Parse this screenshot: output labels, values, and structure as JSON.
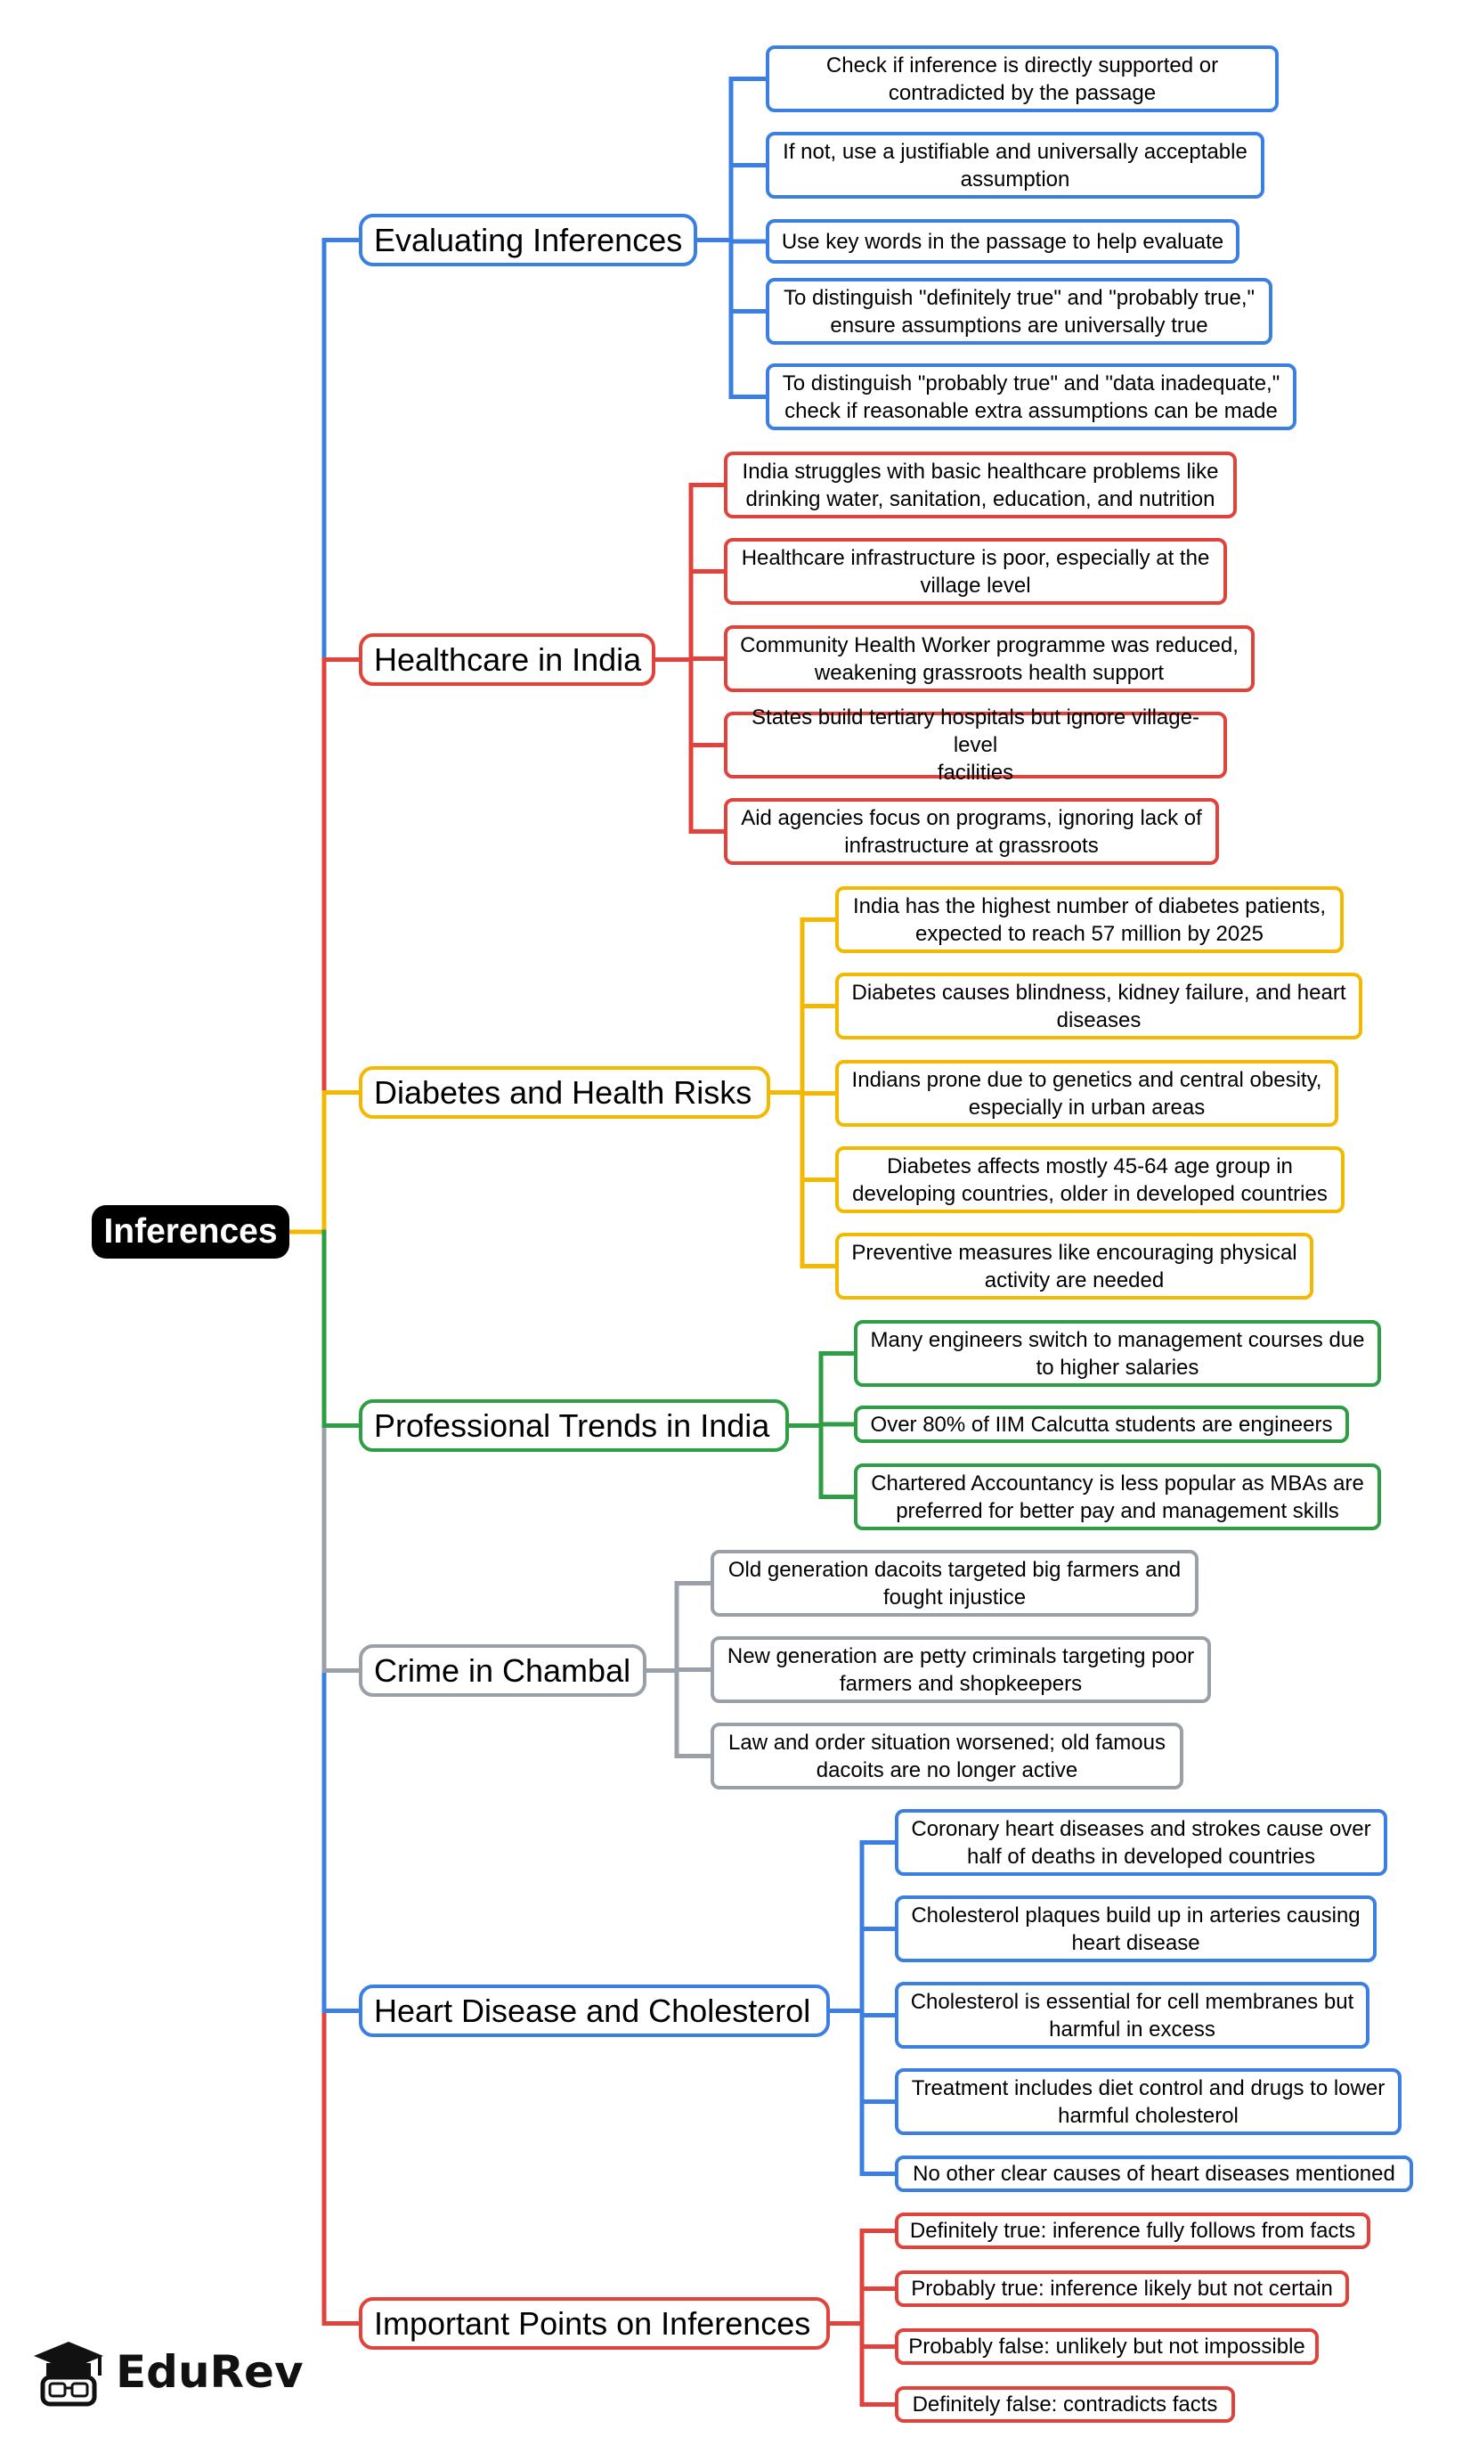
{
  "root": {
    "label": "Inferences"
  },
  "branches": [
    {
      "label": "Evaluating Inferences",
      "color": "#3b7fe3",
      "items": [
        "Check if inference is directly supported or\ncontradicted by the passage",
        "If not, use a justifiable and universally acceptable\nassumption",
        "Use key words in the passage to help evaluate",
        "To distinguish \"definitely true\" and \"probably true,\"\nensure assumptions are universally true",
        "To distinguish \"probably true\" and \"data inadequate,\"\ncheck if reasonable extra assumptions can be made"
      ]
    },
    {
      "label": "Healthcare in India",
      "color": "#e0433b",
      "items": [
        "India struggles with basic healthcare problems like\ndrinking water, sanitation, education, and nutrition",
        "Healthcare infrastructure is poor, especially at the\nvillage level",
        "Community Health Worker programme was reduced,\nweakening grassroots health support",
        "States build tertiary hospitals but ignore village-level\nfacilities",
        "Aid agencies focus on programs, ignoring lack of\ninfrastructure at grassroots"
      ]
    },
    {
      "label": "Diabetes and Health Risks",
      "color": "#f5b800",
      "items": [
        "India has the highest number of diabetes patients,\nexpected to reach 57 million by 2025",
        "Diabetes causes blindness, kidney failure, and heart\ndiseases",
        "Indians prone due to genetics and central obesity,\nespecially in urban areas",
        "Diabetes affects mostly 45-64 age group in\ndeveloping countries, older in developed countries",
        "Preventive measures like encouraging physical\nactivity are needed"
      ]
    },
    {
      "label": "Professional Trends in India",
      "color": "#2e9e44",
      "items": [
        "Many engineers switch to management courses due\nto higher salaries",
        "Over 80% of IIM Calcutta students are engineers",
        "Chartered Accountancy is less popular as MBAs are\npreferred for better pay and management skills"
      ]
    },
    {
      "label": "Crime in Chambal",
      "color": "#9aa0a8",
      "items": [
        "Old generation dacoits targeted big farmers and\nfought injustice",
        "New generation are petty criminals targeting poor\nfarmers and shopkeepers",
        "Law and order situation worsened; old famous\ndacoits are no longer active"
      ]
    },
    {
      "label": "Heart Disease and Cholesterol",
      "color": "#3b7fe3",
      "items": [
        "Coronary heart diseases and strokes cause over\nhalf of deaths in developed countries",
        "Cholesterol plaques build up in arteries causing\nheart disease",
        "Cholesterol is essential for cell membranes but\nharmful in excess",
        "Treatment includes diet control and drugs to lower\nharmful cholesterol",
        "No other clear causes of heart diseases mentioned"
      ]
    },
    {
      "label": "Important Points on Inferences",
      "color": "#e0433b",
      "items": [
        "Definitely true: inference fully follows from facts",
        "Probably true: inference likely but not certain",
        "Probably false: unlikely but not impossible",
        "Definitely false: contradicts facts"
      ]
    }
  ],
  "logo": {
    "text": "EduRev",
    "icon": "graduation-cap-icon"
  }
}
